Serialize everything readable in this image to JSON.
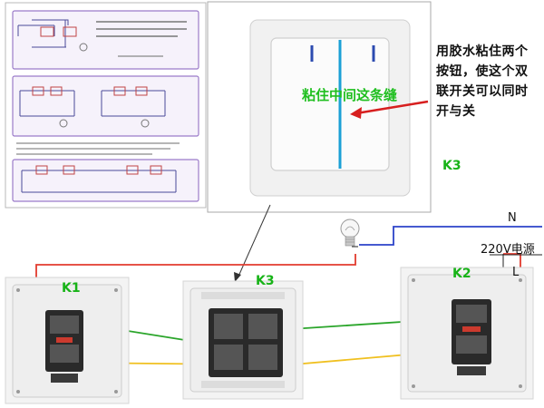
{
  "labels": {
    "k1": "K1",
    "k2": "K2",
    "k3_top": "K3",
    "k3_bottom": "K3",
    "glue_seam": "粘住中间这条缝",
    "note": "用胶水粘住两个按钮，使这个双联开关可以同时开与关",
    "neutral": "N",
    "power": "220V电源",
    "live": "L"
  },
  "colors": {
    "red_wire": "#e23b2e",
    "blue_wire": "#2c43c9",
    "green_wire": "#2aa52a",
    "yellow_wire": "#f0c020",
    "seam_line": "#1aa0d6",
    "arrow": "#d71f1f",
    "label_green": "#17b317"
  }
}
